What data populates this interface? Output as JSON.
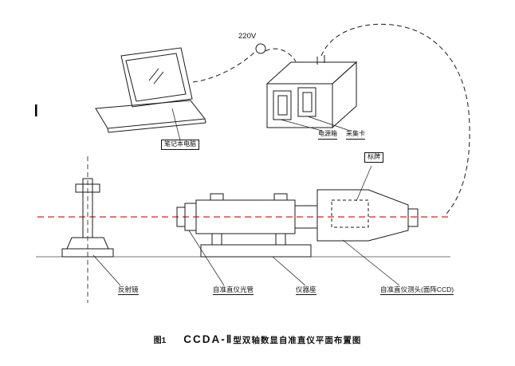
{
  "figure": {
    "voltage": "220V",
    "labels": {
      "laptop": "笔记本电脑",
      "power_box": "电源箱",
      "capture_card": "采集卡",
      "nameplate": "标牌",
      "reflector": "反射镜",
      "collimator_tube": "自准直仪光管",
      "instrument_base": "仪器座",
      "collimator_head": "自准直仪测头(面阵CCD)"
    },
    "caption": {
      "figure_no": "图1",
      "model": "CCDA-Ⅱ",
      "title_rest": "型双轴数显自准直仪平面布置图"
    },
    "colors": {
      "ink": "#1a1a1a",
      "axis_red": "#e02020"
    }
  }
}
